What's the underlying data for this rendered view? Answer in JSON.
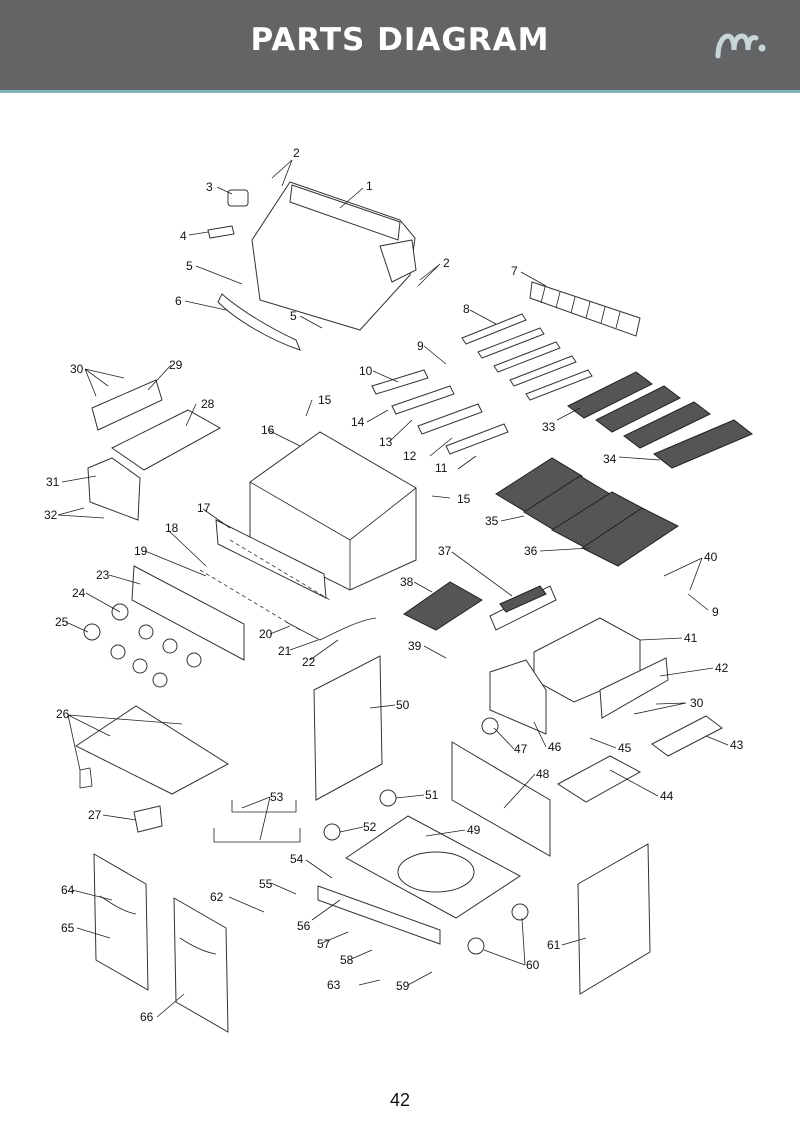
{
  "header": {
    "title": "PARTS DIAGRAM",
    "brand_color": "#626466",
    "accent_color": "#7fb4b8",
    "logo_icon": "brand-logo-icon"
  },
  "callouts": [
    "1",
    "2",
    "2",
    "3",
    "4",
    "5",
    "5",
    "6",
    "7",
    "8",
    "9",
    "9",
    "10",
    "11",
    "12",
    "13",
    "14",
    "15",
    "15",
    "16",
    "17",
    "18",
    "19",
    "20",
    "21",
    "22",
    "23",
    "24",
    "25",
    "26",
    "27",
    "28",
    "29",
    "30",
    "30",
    "31",
    "32",
    "33",
    "34",
    "35",
    "36",
    "37",
    "38",
    "39",
    "40",
    "41",
    "42",
    "43",
    "44",
    "45",
    "46",
    "47",
    "48",
    "49",
    "50",
    "51",
    "52",
    "53",
    "54",
    "55",
    "56",
    "57",
    "58",
    "59",
    "60",
    "61",
    "62",
    "63",
    "64",
    "65",
    "66"
  ],
  "footer": {
    "page_number": "42"
  }
}
